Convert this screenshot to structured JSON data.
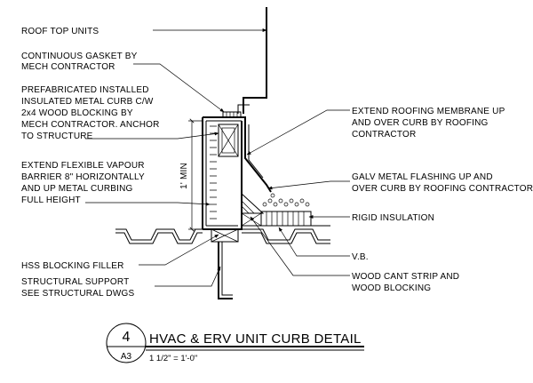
{
  "labels": {
    "roof_top_units": "ROOF TOP UNITS",
    "gasket": [
      "CONTINUOUS GASKET BY",
      "MECH CONTRACTOR"
    ],
    "curb": [
      "PREFABRICATED INSTALLED",
      "INSULATED METAL CURB C/W",
      "2x4 WOOD BLOCKING BY",
      "MECH CONTRACTOR. ANCHOR",
      "TO STRUCTURE"
    ],
    "vapour": [
      "EXTEND FLEXIBLE VAPOUR",
      "BARRIER 8\" HORIZONTALLY",
      "AND UP METAL CURBING",
      "FULL HEIGHT"
    ],
    "hss": [
      "HSS BLOCKING FILLER"
    ],
    "support": [
      "STRUCTURAL SUPPORT",
      "SEE STRUCTURAL DWGS"
    ],
    "membrane": [
      "EXTEND ROOFING MEMBRANE UP",
      "AND OVER CURB BY ROOFING",
      "CONTRACTOR"
    ],
    "flashing": [
      "GALV METAL FLASHING UP AND",
      "OVER CURB BY ROOFING CONTRACTOR"
    ],
    "rigid": [
      "RIGID INSULATION"
    ],
    "vb": [
      "V.B."
    ],
    "cant": [
      "WOOD CANT STRIP AND",
      "WOOD BLOCKING"
    ],
    "dimension": "1' MIN"
  },
  "title_block": {
    "detail_number": "4",
    "sheet": "A3",
    "title": "HVAC & ERV UNIT CURB DETAIL",
    "scale": "1 1/2\" = 1'-0\""
  }
}
